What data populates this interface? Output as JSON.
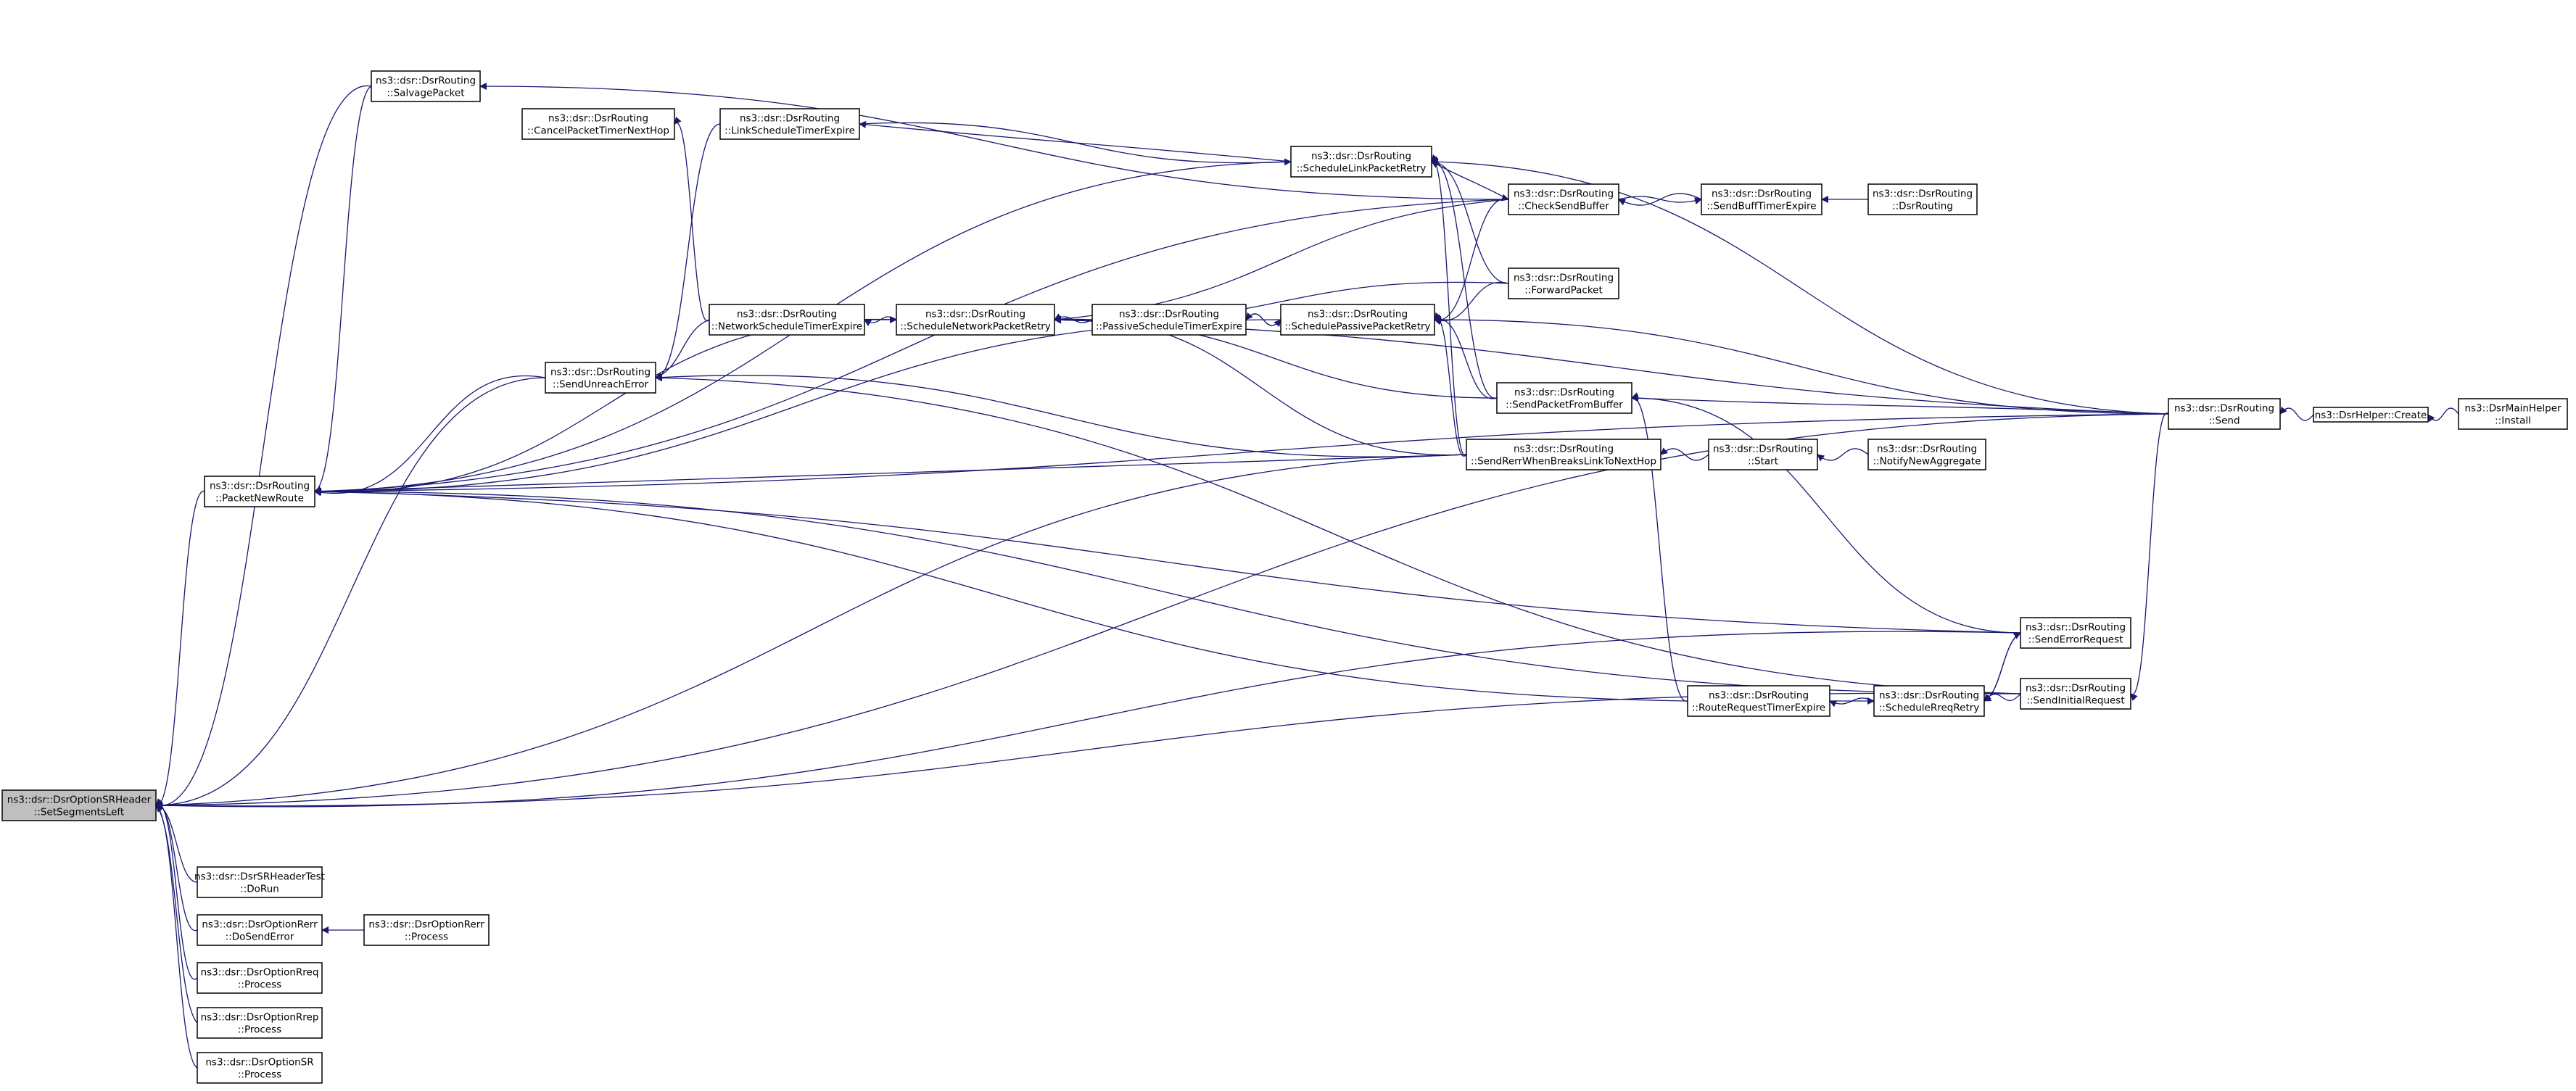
{
  "nodes": {
    "root": [
      "ns3::dsr::DsrOptionSRHeader",
      "::SetSegmentsLeft"
    ],
    "salvage": [
      "ns3::dsr::DsrRouting",
      "::SalvagePacket"
    ],
    "cancel": [
      "ns3::dsr::DsrRouting",
      "::CancelPacketTimerNextHop"
    ],
    "linkTimer": [
      "ns3::dsr::DsrRouting",
      "::LinkScheduleTimerExpire"
    ],
    "schedLink": [
      "ns3::dsr::DsrRouting",
      "::ScheduleLinkPacketRetry"
    ],
    "checkSend": [
      "ns3::dsr::DsrRouting",
      "::CheckSendBuffer"
    ],
    "sendBuff": [
      "ns3::dsr::DsrRouting",
      "::SendBuffTimerExpire"
    ],
    "ctor": [
      "ns3::dsr::DsrRouting",
      "::DsrRouting"
    ],
    "forward": [
      "ns3::dsr::DsrRouting",
      "::ForwardPacket"
    ],
    "netTimer": [
      "ns3::dsr::DsrRouting",
      "::NetworkScheduleTimerExpire"
    ],
    "schedNet": [
      "ns3::dsr::DsrRouting",
      "::ScheduleNetworkPacketRetry"
    ],
    "passTimer": [
      "ns3::dsr::DsrRouting",
      "::PassiveScheduleTimerExpire"
    ],
    "schedPass": [
      "ns3::dsr::DsrRouting",
      "::SchedulePassivePacketRetry"
    ],
    "send": [
      "ns3::dsr::DsrRouting",
      "::Send"
    ],
    "helperCreate": [
      "ns3::DsrHelper::Create"
    ],
    "mainInstall": [
      "ns3::DsrMainHelper",
      "::Install"
    ],
    "unreach": [
      "ns3::dsr::DsrRouting",
      "::SendUnreachError"
    ],
    "sendFromBuf": [
      "ns3::dsr::DsrRouting",
      "::SendPacketFromBuffer"
    ],
    "rerr": [
      "ns3::dsr::DsrRouting",
      "::SendRerrWhenBreaksLinkToNextHop"
    ],
    "start": [
      "ns3::dsr::DsrRouting",
      "::Start"
    ],
    "notify": [
      "ns3::dsr::DsrRouting",
      "::NotifyNewAggregate"
    ],
    "newRoute": [
      "ns3::dsr::DsrRouting",
      "::PacketNewRoute"
    ],
    "errReq": [
      "ns3::dsr::DsrRouting",
      "::SendErrorRequest"
    ],
    "initReq": [
      "ns3::dsr::DsrRouting",
      "::SendInitialRequest"
    ],
    "rreqTimer": [
      "ns3::dsr::DsrRouting",
      "::RouteRequestTimerExpire"
    ],
    "schedReq": [
      "ns3::dsr::DsrRouting",
      "::ScheduleRreqRetry"
    ],
    "srTest": [
      "ns3::dsr::DsrSRHeaderTest",
      "::DoRun"
    ],
    "doSendErr": [
      "ns3::dsr::DsrOptionRerr",
      "::DoSendError"
    ],
    "rerrProc": [
      "ns3::dsr::DsrOptionRerr",
      "::Process"
    ],
    "rreqProc": [
      "ns3::dsr::DsrOptionRreq",
      "::Process"
    ],
    "rrepProc": [
      "ns3::dsr::DsrOptionRrep",
      "::Process"
    ],
    "srProc": [
      "ns3::dsr::DsrOptionSR",
      "::Process"
    ]
  },
  "edges": [
    [
      "salvage",
      "root"
    ],
    [
      "newRoute",
      "root"
    ],
    [
      "unreach",
      "root"
    ],
    [
      "send",
      "root"
    ],
    [
      "rerr",
      "root"
    ],
    [
      "errReq",
      "root"
    ],
    [
      "initReq",
      "root"
    ],
    [
      "srTest",
      "root"
    ],
    [
      "doSendErr",
      "root"
    ],
    [
      "rreqProc",
      "root"
    ],
    [
      "rrepProc",
      "root"
    ],
    [
      "srProc",
      "root"
    ],
    [
      "checkSend",
      "salvage"
    ],
    [
      "schedLink",
      "newRoute"
    ],
    [
      "checkSend",
      "newRoute"
    ],
    [
      "unreach",
      "newRoute"
    ],
    [
      "schedNet",
      "newRoute"
    ],
    [
      "schedPass",
      "newRoute"
    ],
    [
      "send",
      "newRoute"
    ],
    [
      "rerr",
      "newRoute"
    ],
    [
      "errReq",
      "newRoute"
    ],
    [
      "rreqTimer",
      "newRoute"
    ],
    [
      "initReq",
      "newRoute"
    ],
    [
      "salvage",
      "newRoute"
    ],
    [
      "netTimer",
      "cancel"
    ],
    [
      "schedLink",
      "linkTimer"
    ],
    [
      "linkTimer",
      "schedLink"
    ],
    [
      "linkTimer",
      "unreach"
    ],
    [
      "netTimer",
      "unreach"
    ],
    [
      "rerr",
      "unreach"
    ],
    [
      "initReq",
      "unreach"
    ],
    [
      "schedNet",
      "netTimer"
    ],
    [
      "netTimer",
      "schedNet"
    ],
    [
      "passTimer",
      "schedNet"
    ],
    [
      "checkSend",
      "schedNet"
    ],
    [
      "send",
      "schedNet"
    ],
    [
      "forward",
      "schedNet"
    ],
    [
      "sendFromBuf",
      "schedNet"
    ],
    [
      "rerr",
      "schedNet"
    ],
    [
      "schedPass",
      "passTimer"
    ],
    [
      "passTimer",
      "schedPass"
    ],
    [
      "forward",
      "schedPass"
    ],
    [
      "send",
      "schedPass"
    ],
    [
      "sendFromBuf",
      "schedPass"
    ],
    [
      "rerr",
      "schedPass"
    ],
    [
      "checkSend",
      "schedLink"
    ],
    [
      "send",
      "schedLink"
    ],
    [
      "forward",
      "schedLink"
    ],
    [
      "sendFromBuf",
      "schedLink"
    ],
    [
      "rerr",
      "schedLink"
    ],
    [
      "sendBuff",
      "checkSend"
    ],
    [
      "checkSend",
      "sendBuff"
    ],
    [
      "ctor",
      "sendBuff"
    ],
    [
      "schedPass",
      "checkSend"
    ],
    [
      "helperCreate",
      "send"
    ],
    [
      "mainInstall",
      "helperCreate"
    ],
    [
      "send",
      "sendFromBuf"
    ],
    [
      "errReq",
      "sendFromBuf"
    ],
    [
      "rreqTimer",
      "sendFromBuf"
    ],
    [
      "start",
      "rerr"
    ],
    [
      "notify",
      "start"
    ],
    [
      "schedReq",
      "rreqTimer"
    ],
    [
      "rreqTimer",
      "schedReq"
    ],
    [
      "errReq",
      "schedReq"
    ],
    [
      "initReq",
      "schedReq"
    ],
    [
      "send",
      "initReq"
    ],
    [
      "schedReq",
      "errReq"
    ],
    [
      "rerrProc",
      "doSendErr"
    ]
  ]
}
